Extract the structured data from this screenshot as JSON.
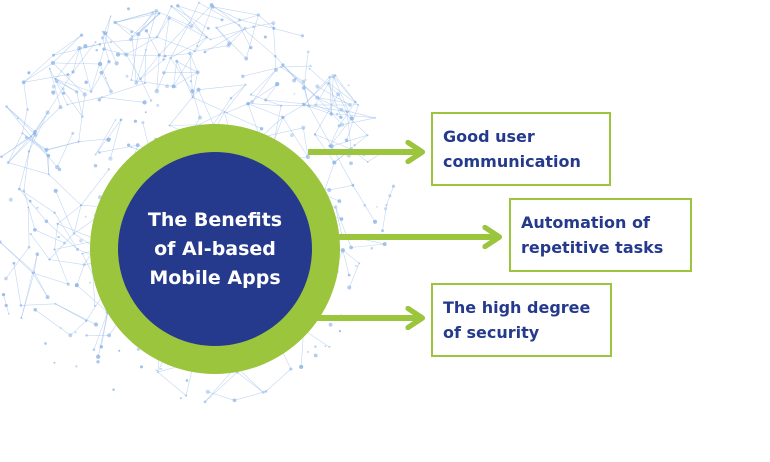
{
  "colors": {
    "ring": "#9bc53d",
    "core": "#253a8c",
    "text_dark": "#253a8c",
    "text_light": "#ffffff",
    "arrow": "#9bc53d",
    "globe": "#8fb6e8"
  },
  "hub": {
    "title": "The Benefits\nof AI-based\nMobile Apps"
  },
  "benefits": [
    {
      "label": "Good user\ncommunication"
    },
    {
      "label": "Automation of\nrepetitive tasks"
    },
    {
      "label": "The high degree\nof security"
    }
  ]
}
